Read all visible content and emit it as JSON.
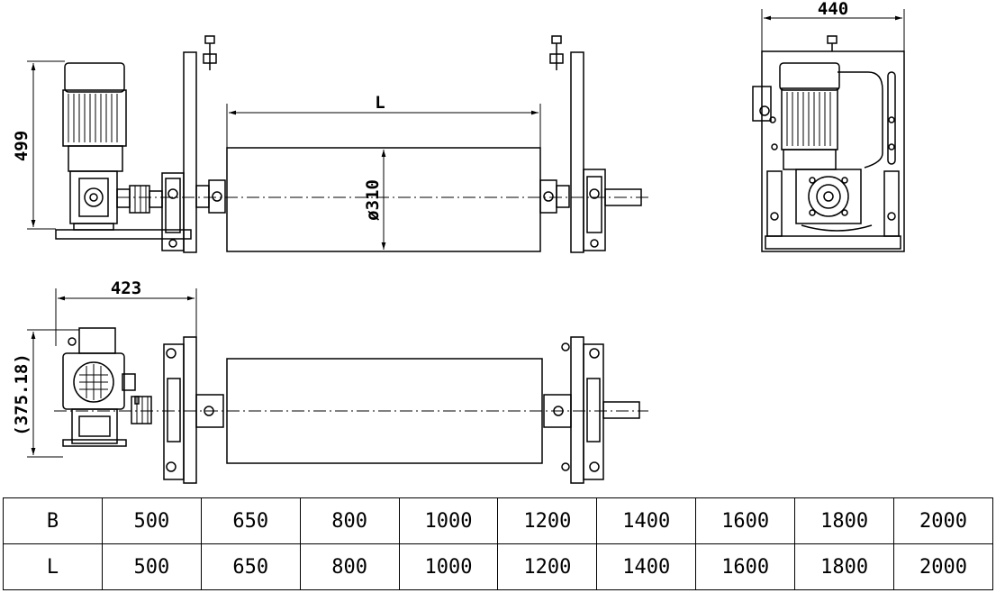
{
  "dimensions": {
    "length_label": "L",
    "drum_diameter": "ø310",
    "height": "499",
    "end_width": "440",
    "motor_offset": "423",
    "plan_height": "(375.18)"
  },
  "table": {
    "rows": [
      {
        "label": "B",
        "values": [
          "500",
          "650",
          "800",
          "1000",
          "1200",
          "1400",
          "1600",
          "1800",
          "2000"
        ]
      },
      {
        "label": "L",
        "values": [
          "500",
          "650",
          "800",
          "1000",
          "1200",
          "1400",
          "1600",
          "1800",
          "2000"
        ]
      }
    ]
  }
}
